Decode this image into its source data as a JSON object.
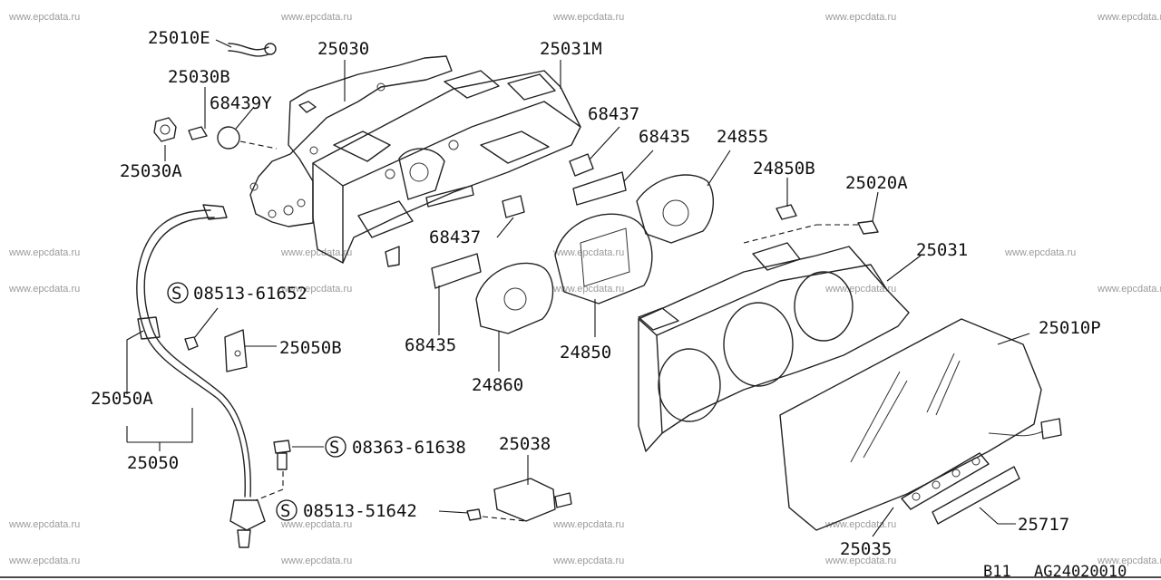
{
  "watermark": "www.epcdata.ru",
  "labels": {
    "p25010E": "25010E",
    "p25030": "25030",
    "p25031M": "25031M",
    "p25030B": "25030B",
    "p68439Y": "68439Y",
    "p25030A": "25030A",
    "p68437a": "68437",
    "p68435a": "68435",
    "p24855": "24855",
    "p24850B": "24850B",
    "p25020A": "25020A",
    "p68437b": "68437",
    "p25031": "25031",
    "s08513_61652": "08513-61652",
    "p25050B": "25050B",
    "p68435b": "68435",
    "p24850": "24850",
    "p25010P": "25010P",
    "p24860": "24860",
    "p25050A": "25050A",
    "p25050": "25050",
    "s08363_61638": "08363-61638",
    "p25038": "25038",
    "s08513_51642": "08513-51642",
    "p25717": "25717",
    "p25035": "25035"
  },
  "symbol": "S",
  "footer": {
    "model": "B11",
    "code": "AG24020010"
  }
}
